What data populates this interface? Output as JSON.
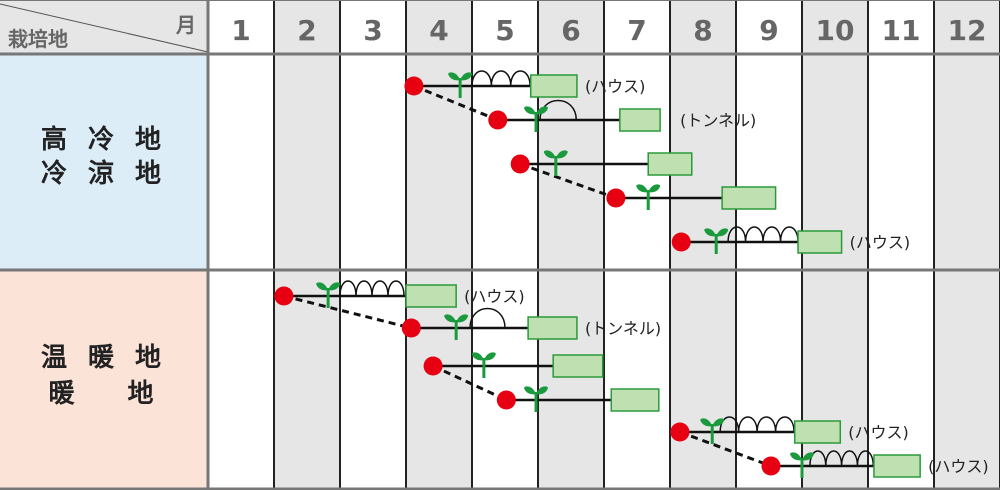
{
  "header": {
    "region_label": "栽培地",
    "month_label": "月",
    "months": [
      "1",
      "2",
      "3",
      "4",
      "5",
      "6",
      "7",
      "8",
      "9",
      "10",
      "11",
      "12"
    ]
  },
  "regions": [
    {
      "lines": [
        "高 冷 地",
        "冷 涼 地"
      ],
      "color": "#dcedf8"
    },
    {
      "lines": [
        "温 暖 地",
        "暖　 地"
      ],
      "color": "#fbe3d8"
    }
  ],
  "legend_types": {
    "house": "(ハウス)",
    "tunnel": "(トンネル)"
  },
  "colors": {
    "sow": "#e60012",
    "seedling": "#1a9a3c",
    "harvest_fill": "#bfe0b0",
    "harvest_border": "#2a9a3a",
    "gray_col": "#e6e6e6"
  },
  "schedules": [
    {
      "region": 0,
      "sow": 3.12,
      "plant": 3.82,
      "cover": "house",
      "cover_from": 4.0,
      "cover_to": 4.88,
      "harvest": [
        4.89,
        5.59
      ],
      "label": "(ハウス)",
      "dash_to_next": true
    },
    {
      "region": 0,
      "sow": 4.39,
      "plant": 4.97,
      "cover": "tunnel",
      "cover_from": 5.03,
      "cover_to": 5.58,
      "harvest": [
        6.24,
        6.85
      ],
      "label": "(トンネル)",
      "dash_to_next": false
    },
    {
      "region": 0,
      "sow": 4.73,
      "plant": 5.27,
      "cover": null,
      "harvest": [
        6.67,
        7.33
      ],
      "label": "",
      "dash_to_next": true
    },
    {
      "region": 0,
      "sow": 6.18,
      "plant": 6.67,
      "cover": null,
      "harvest": [
        7.79,
        8.6
      ],
      "label": "",
      "dash_to_next": false
    },
    {
      "region": 0,
      "sow": 7.17,
      "plant": 7.7,
      "cover": "house",
      "cover_from": 7.88,
      "cover_to": 8.94,
      "harvest": [
        8.94,
        9.6
      ],
      "label": "(ハウス)",
      "dash_to_next": false
    },
    {
      "region": 1,
      "sow": 1.15,
      "plant": 1.82,
      "cover": "house",
      "cover_from": 2.0,
      "cover_to": 2.97,
      "harvest": [
        3.0,
        3.76
      ],
      "label": "(ハウス)",
      "dash_to_next": true
    },
    {
      "region": 1,
      "sow": 3.08,
      "plant": 3.76,
      "cover": "tunnel",
      "cover_from": 3.97,
      "cover_to": 4.5,
      "harvest": [
        4.85,
        5.59
      ],
      "label": "(トンネル)",
      "dash_to_next": false
    },
    {
      "region": 1,
      "sow": 3.41,
      "plant": 4.18,
      "cover": null,
      "harvest": [
        5.23,
        5.98
      ],
      "label": "",
      "dash_to_next": true
    },
    {
      "region": 1,
      "sow": 4.52,
      "plant": 4.97,
      "cover": null,
      "harvest": [
        6.11,
        6.83
      ],
      "label": "",
      "dash_to_next": false
    },
    {
      "region": 1,
      "sow": 7.15,
      "plant": 7.64,
      "cover": "house",
      "cover_from": 7.76,
      "cover_to": 8.88,
      "harvest": [
        8.89,
        9.58
      ],
      "label": "(ハウス)",
      "dash_to_next": true
    },
    {
      "region": 1,
      "sow": 8.53,
      "plant": 9.0,
      "cover": "house",
      "cover_from": 9.12,
      "cover_to": 10.08,
      "harvest": [
        10.09,
        10.79
      ],
      "label": "(ハウス)",
      "dash_to_next": false
    }
  ]
}
